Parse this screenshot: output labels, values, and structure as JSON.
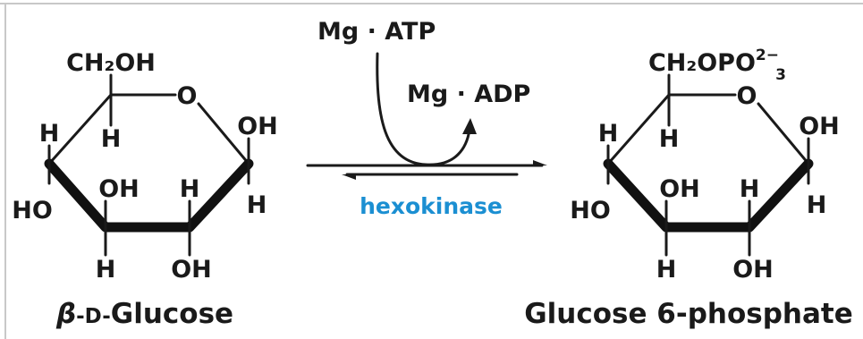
{
  "colors": {
    "text": "#1a1a1a",
    "enzyme": "#1b8fd2",
    "frame": "#c8c8c8"
  },
  "reactant": {
    "ch2oh": "CH₂OH",
    "ring_o": "O",
    "c4_h": "H",
    "c5_h": "H",
    "c1_oh": "OH",
    "c3_oh": "OH",
    "c2_h": "H",
    "c4_ho": "HO",
    "c1_h": "H",
    "c3_h": "H",
    "c2_oh": "OH",
    "name_prefix": "β",
    "name_d": "-D-",
    "name_main": "Glucose"
  },
  "reaction": {
    "cofactor_in": "Mg · ATP",
    "cofactor_out": "Mg · ADP",
    "enzyme": "hexokinase"
  },
  "product": {
    "ch2opo3": "CH₂OPO",
    "ch2opo3_sub": "3",
    "ch2opo3_sup": "2−",
    "ring_o": "O",
    "c4_h": "H",
    "c5_h": "H",
    "c1_oh": "OH",
    "c3_oh": "OH",
    "c2_h": "H",
    "c4_ho": "HO",
    "c1_h": "H",
    "c3_h": "H",
    "c2_oh": "OH",
    "name": "Glucose 6-phosphate"
  }
}
